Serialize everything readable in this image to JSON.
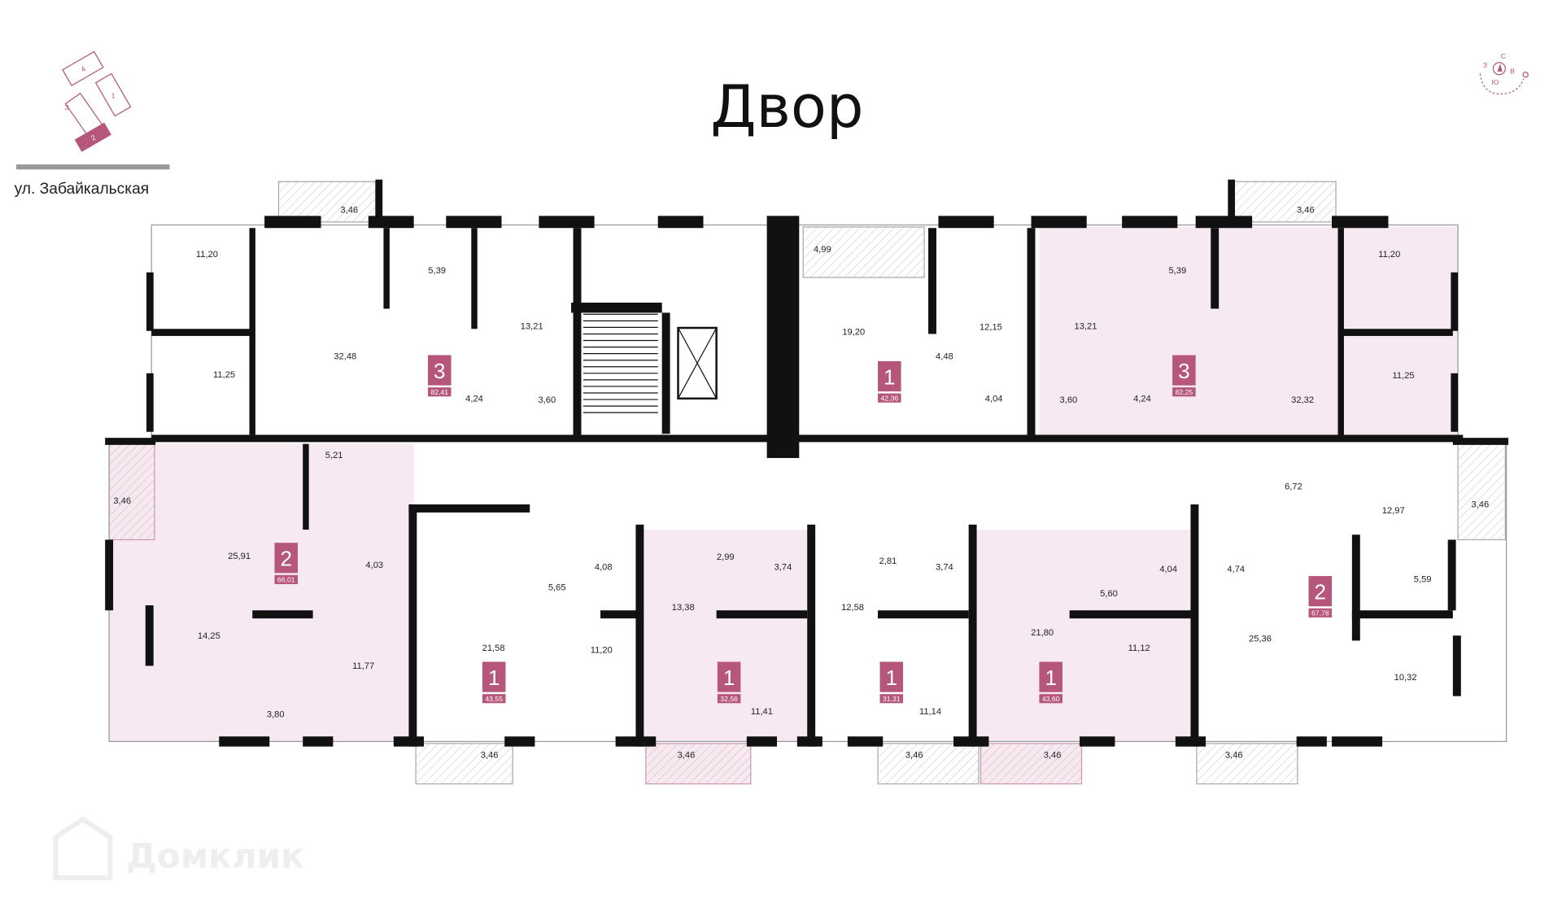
{
  "header": {
    "title": "Двор"
  },
  "site_plan": {
    "buildings": [
      "4",
      "1",
      "3",
      "2"
    ],
    "current_building": "2",
    "street": "ул. Забайкальская",
    "accent_color": "#b5567a"
  },
  "compass": {
    "north": "С",
    "west": "З",
    "east": "В",
    "south": "Ю"
  },
  "watermark": "Домклик",
  "apartments": [
    {
      "rooms": "3",
      "area": "82,41"
    },
    {
      "rooms": "1",
      "area": "42,36"
    },
    {
      "rooms": "3",
      "area": "82,25"
    },
    {
      "rooms": "2",
      "area": "66,01"
    },
    {
      "rooms": "1",
      "area": "43,55"
    },
    {
      "rooms": "1",
      "area": "32,56"
    },
    {
      "rooms": "1",
      "area": "31,31"
    },
    {
      "rooms": "1",
      "area": "43,60"
    },
    {
      "rooms": "2",
      "area": "67,78"
    }
  ],
  "rooms": [
    "3,46",
    "11,20",
    "5,39",
    "13,21",
    "32,48",
    "11,25",
    "4,24",
    "3,60",
    "4,99",
    "19,20",
    "12,15",
    "4,48",
    "4,04",
    "3,46",
    "5,39",
    "13,21",
    "11,20",
    "3,60",
    "4,24",
    "32,32",
    "11,25",
    "5,21",
    "3,46",
    "25,91",
    "4,03",
    "14,25",
    "11,77",
    "3,80",
    "21,58",
    "5,65",
    "4,08",
    "11,20",
    "3,46",
    "13,38",
    "2,99",
    "3,74",
    "11,41",
    "3,46",
    "12,58",
    "2,81",
    "3,74",
    "11,14",
    "3,46",
    "21,80",
    "5,60",
    "4,04",
    "11,12",
    "3,46",
    "6,72",
    "12,97",
    "3,46",
    "4,74",
    "5,59",
    "25,36",
    "10,32",
    "3,46"
  ]
}
